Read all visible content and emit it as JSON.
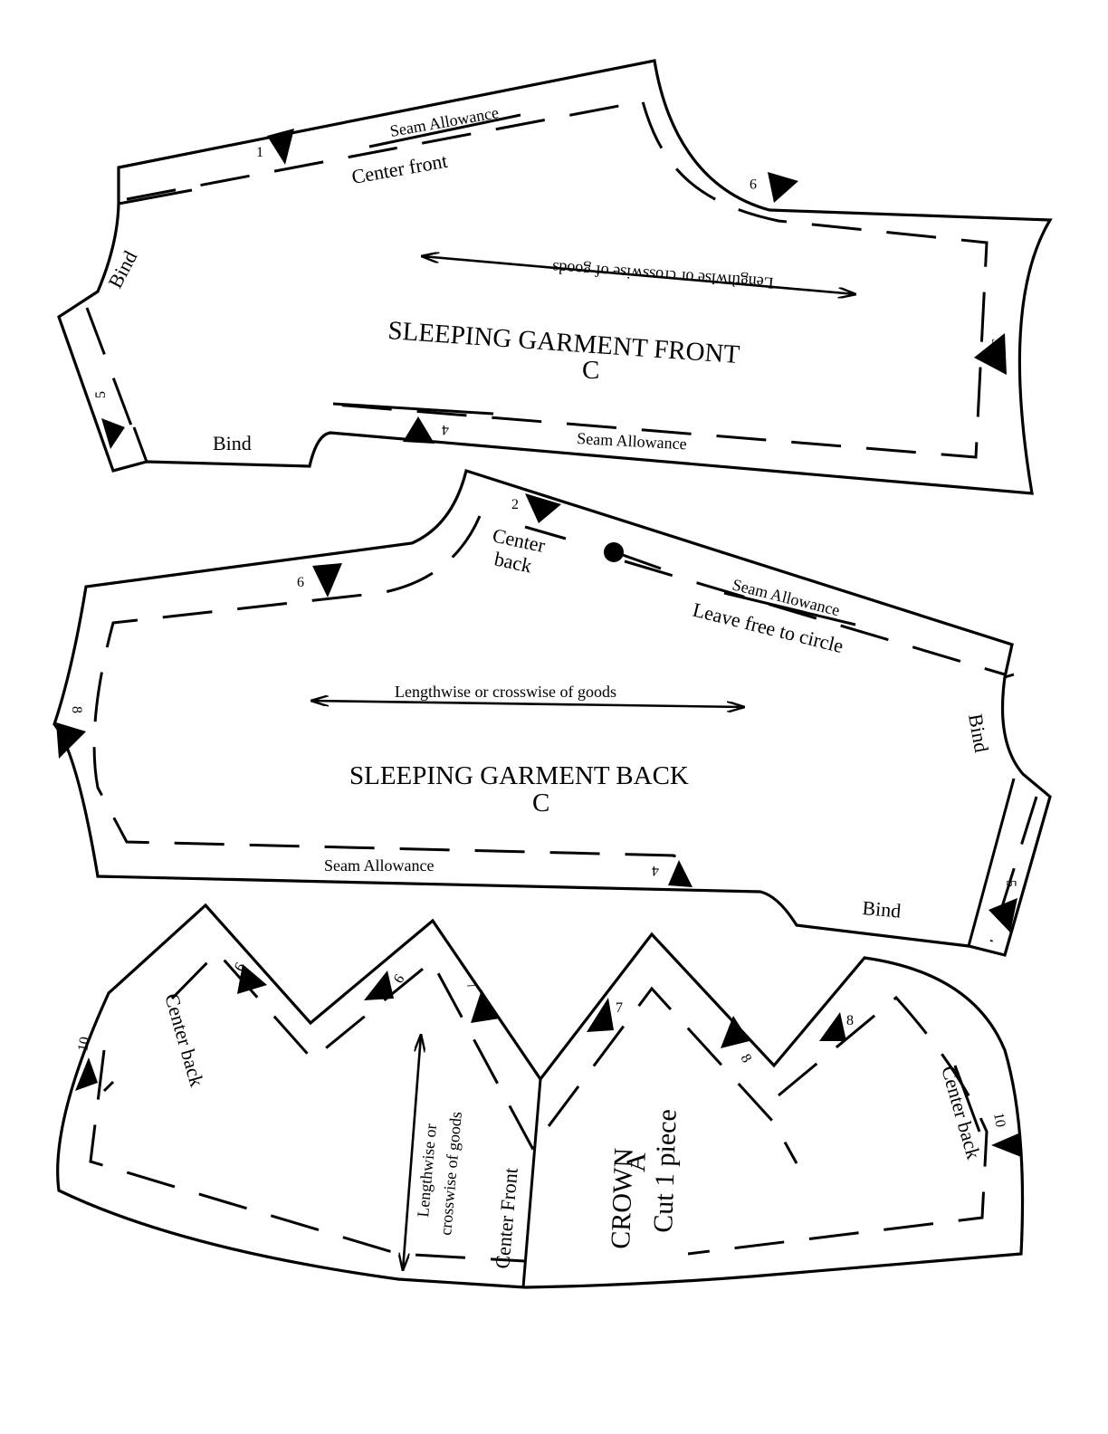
{
  "front": {
    "title": "SLEEPING GARMENT FRONT",
    "letter": "C",
    "seam_allowance_top": "Seam Allowance",
    "seam_allowance_bottom": "Seam Allowance",
    "center_front": "Center front",
    "grain": "Lengthwise or crosswise of goods",
    "bind_left": "Bind",
    "bind_bottom": "Bind",
    "notches": [
      "1",
      "9",
      "3",
      "4",
      "5"
    ]
  },
  "back": {
    "title": "SLEEPING GARMENT BACK",
    "letter": "C",
    "center_back_1": "Center",
    "center_back_2": "back",
    "seam_allowance_top": "Seam Allowance",
    "leave_free": "Leave free to circle",
    "grain": "Lengthwise or crosswise of goods",
    "seam_allowance_bottom": "Seam Allowance",
    "bind_right": "Bind",
    "bind_bottom": "Bind",
    "notches": [
      "2",
      "6",
      "8",
      "4",
      "5"
    ]
  },
  "crown": {
    "title": "CROWN",
    "letter": "A",
    "cut": "Cut 1 piece",
    "center_back_left": "Center back",
    "center_back_right": "Center back",
    "center_front": "Center Front",
    "grain_1": "Lengthwise or",
    "grain_2": "crosswise of goods",
    "notches": [
      "10",
      "9",
      "9",
      "7",
      "7",
      "8",
      "8",
      "10"
    ]
  }
}
